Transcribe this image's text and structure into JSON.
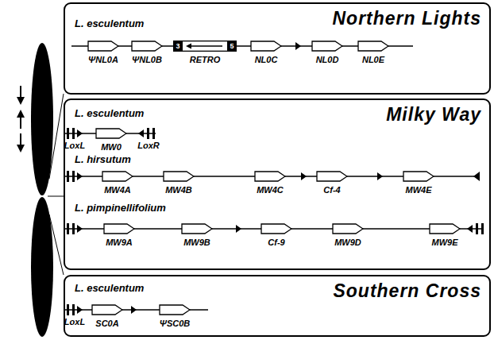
{
  "diagram": {
    "nodes": [
      {
        "text": [
          "Northern Lights",
          "L. esculentum"
        ]
      },
      {
        "text": [
          "ΨNL0A"
        ],
        "in": 0
      },
      {
        "text": [
          "ΨNL0B"
        ],
        "in": 0
      },
      {
        "text": [
          "3",
          "5",
          "RETRO"
        ],
        "in": 0
      },
      {
        "text": [
          "NL0C"
        ],
        "in": 0
      },
      {
        "text": [
          "NL0D"
        ],
        "in": 0
      },
      {
        "text": [
          "NL0E"
        ],
        "in": 0
      },
      {
        "text": [
          "Milky Way",
          "L. esculentum",
          "L. hirsutum",
          "L. pimpinellifolium"
        ]
      },
      {
        "text": [
          "MW0"
        ],
        "in": 7
      },
      {
        "text": [
          "MW4A"
        ],
        "in": 7
      },
      {
        "text": [
          "MW4B"
        ],
        "in": 7
      },
      {
        "text": [
          "MW4C"
        ],
        "in": 7
      },
      {
        "text": [
          "Cf-4"
        ],
        "in": 7
      },
      {
        "text": [
          "MW4E"
        ],
        "in": 7
      },
      {
        "text": [
          "MW9A"
        ],
        "in": 7
      },
      {
        "text": [
          "MW9B"
        ],
        "in": 7
      },
      {
        "text": [
          "Cf-9"
        ],
        "in": 7
      },
      {
        "text": [
          "MW9D"
        ],
        "in": 7
      },
      {
        "text": [
          "MW9E"
        ],
        "in": 7
      },
      {
        "text": [
          "Southern Cross",
          "L. esculentum"
        ]
      },
      {
        "text": [
          "SC0A"
        ],
        "in": 19
      },
      {
        "text": [
          "ΨSC0B"
        ],
        "in": 19
      }
    ],
    "labels": [
      "LoxL",
      "LoxR",
      "LoxL"
    ]
  }
}
